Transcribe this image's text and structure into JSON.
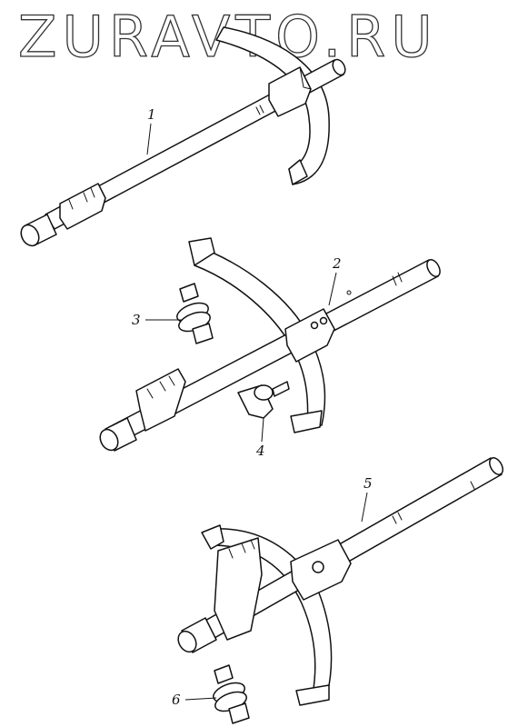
{
  "watermark": {
    "text": "ZURAVTO.RU"
  },
  "callouts": [
    {
      "id": "1",
      "label": "1"
    },
    {
      "id": "2",
      "label": "2"
    },
    {
      "id": "3",
      "label": "3"
    },
    {
      "id": "4",
      "label": "4"
    },
    {
      "id": "5",
      "label": "5"
    },
    {
      "id": "6",
      "label": "6"
    }
  ],
  "colors": {
    "ink": "#111111",
    "background": "#ffffff",
    "watermark_outline": "#333333"
  }
}
